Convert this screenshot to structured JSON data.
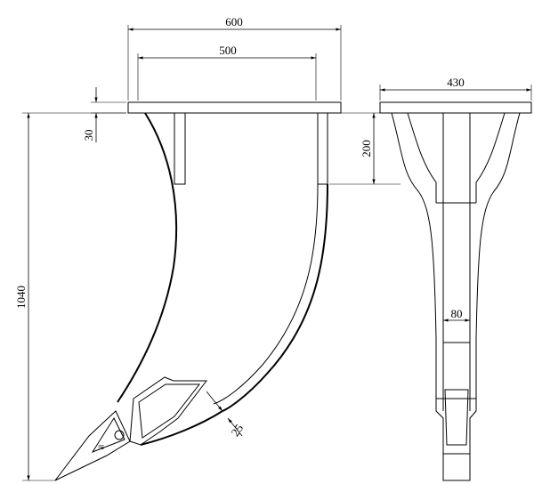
{
  "dimensions": {
    "top_width": "600",
    "shank_spacing": "500",
    "plate_thickness": "30",
    "total_height": "1040",
    "side_flange_height": "200",
    "side_width": "430",
    "shank_width": "80",
    "shank_thickness": "25"
  },
  "colors": {
    "line": "#000000",
    "background": "#ffffff"
  }
}
